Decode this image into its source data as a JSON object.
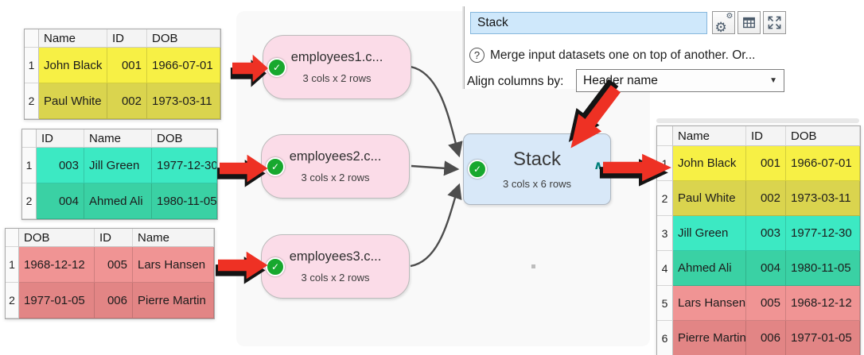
{
  "colors": {
    "yellow-bright": "#f7f045",
    "yellow-dark": "#dad44e",
    "teal-bright": "#3ce9c3",
    "teal-dark": "#3ad1a4",
    "salmon-bright": "#f09494",
    "salmon-dark": "#e28585",
    "node-pink": "#fbdce8",
    "node-pink-border": "#bbbbbb",
    "node-blue": "#d8e8f8",
    "node-blue-border": "#adb6c0",
    "check-green": "#17a82e",
    "caret-teal": "#00807b",
    "arrow-red": "#ee3124",
    "connector-gray": "#4d4d4d",
    "input-blue-bg": "#cfe8fb",
    "input-blue-border": "#86b7dd",
    "header-bg": "#f4f4f4",
    "gutter-bg": "#fafafa"
  },
  "icons": {
    "check": "✓",
    "caret": "∧",
    "dropdown": "▼",
    "help": "?",
    "gear": "⚙"
  },
  "nodes": [
    {
      "title": "employees1.c...",
      "subtitle": "3 cols x 2 rows"
    },
    {
      "title": "employees2.c...",
      "subtitle": "3 cols x 2 rows"
    },
    {
      "title": "employees3.c...",
      "subtitle": "3 cols x 2 rows"
    },
    {
      "title": "Stack",
      "subtitle": "3 cols x 6 rows"
    }
  ],
  "panel": {
    "name_value": "Stack",
    "help_text": "Merge input datasets one on top of another. Or...",
    "align_label": "Align columns by:",
    "align_value": "Header name"
  },
  "tables": {
    "input1": {
      "headers": [
        "Name",
        "ID",
        "DOB"
      ],
      "row_numbers": [
        "1",
        "2"
      ],
      "rows": [
        [
          "John Black",
          "001",
          "1966-07-01"
        ],
        [
          "Paul White",
          "002",
          "1973-03-11"
        ]
      ]
    },
    "input2": {
      "headers": [
        "ID",
        "Name",
        "DOB"
      ],
      "row_numbers": [
        "1",
        "2"
      ],
      "rows": [
        [
          "003",
          "Jill Green",
          "1977-12-30"
        ],
        [
          "004",
          "Ahmed Ali",
          "1980-11-05"
        ]
      ]
    },
    "input3": {
      "headers": [
        "DOB",
        "ID",
        "Name"
      ],
      "row_numbers": [
        "1",
        "2"
      ],
      "rows": [
        [
          "1968-12-12",
          "005",
          "Lars Hansen"
        ],
        [
          "1977-01-05",
          "006",
          "Pierre Martin"
        ]
      ]
    },
    "output": {
      "headers": [
        "Name",
        "ID",
        "DOB"
      ],
      "row_numbers": [
        "1",
        "2",
        "3",
        "4",
        "5",
        "6"
      ],
      "rows": [
        [
          "John Black",
          "001",
          "1966-07-01"
        ],
        [
          "Paul White",
          "002",
          "1973-03-11"
        ],
        [
          "Jill Green",
          "003",
          "1977-12-30"
        ],
        [
          "Ahmed Ali",
          "004",
          "1980-11-05"
        ],
        [
          "Lars Hansen",
          "005",
          "1968-12-12"
        ],
        [
          "Pierre Martin",
          "006",
          "1977-01-05"
        ]
      ]
    }
  }
}
